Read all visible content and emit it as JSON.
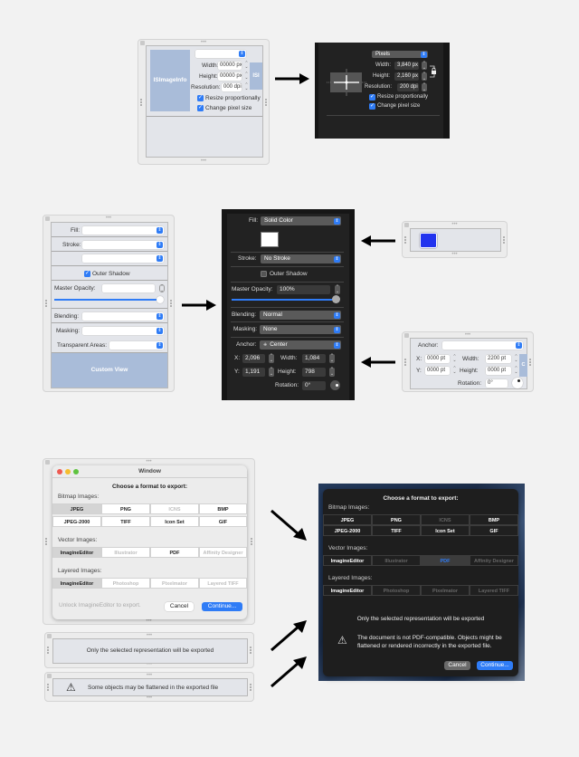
{
  "section1": {
    "ib_panel": {
      "popup_value": "",
      "custom_view_label": "ISImageInfo",
      "side_view_label": "ISI",
      "width_label": "Width:",
      "width_value": "00000 px",
      "height_label": "Height:",
      "height_value": "00000 px",
      "resolution_label": "Resolution:",
      "resolution_value": "000 dpi",
      "resize_label": "Resize proportionally",
      "resize_checked": true,
      "change_pixel_label": "Change pixel size",
      "change_pixel_checked": true
    },
    "rendered_panel": {
      "units_popup": "Pixels",
      "width_label": "Width:",
      "width_value": "3,840 px",
      "height_label": "Height:",
      "height_value": "2,160 px",
      "resolution_label": "Resolution:",
      "resolution_value": "200 dpi",
      "resize_label": "Resize proportionally",
      "resize_checked": true,
      "change_pixel_label": "Change pixel size",
      "change_pixel_checked": true
    }
  },
  "section2": {
    "ib_panel": {
      "fill_label": "Fill:",
      "stroke_label": "Stroke:",
      "outer_shadow_label": "Outer Shadow",
      "outer_shadow_checked": true,
      "master_opacity_label": "Master Opacity:",
      "blending_label": "Blending:",
      "masking_label": "Masking:",
      "transparent_label": "Transparent Areas:",
      "custom_view_label": "Custom View"
    },
    "rendered_panel": {
      "fill_label": "Fill:",
      "fill_value": "Solid Color",
      "stroke_label": "Stroke:",
      "stroke_value": "No Stroke",
      "outer_shadow_label": "Outer Shadow",
      "outer_shadow_checked": false,
      "master_opacity_label": "Master Opacity:",
      "master_opacity_value": "100%",
      "blending_label": "Blending:",
      "blending_value": "Normal",
      "masking_label": "Masking:",
      "masking_value": "None",
      "anchor_label": "Anchor:",
      "anchor_value": "Center",
      "x_label": "X:",
      "x_value": "2,096",
      "y_label": "Y:",
      "y_value": "1,191",
      "width_label": "Width:",
      "width_value": "1,084",
      "height_label": "Height:",
      "height_value": "798",
      "rotation_label": "Rotation:",
      "rotation_value": "0°"
    },
    "color_well_panel": {
      "color": "#2233ee"
    },
    "geometry_ib_panel": {
      "anchor_label": "Anchor:",
      "x_label": "X:",
      "x_value": "0000 pt",
      "y_label": "Y:",
      "y_value": "0000 pt",
      "width_label": "Width:",
      "width_value": "2200 pt",
      "height_label": "Height:",
      "height_value": "0000 pt",
      "rotation_label": "Rotation:",
      "rotation_value": "0°",
      "side_label": "C"
    }
  },
  "section3": {
    "ib_window": {
      "title": "Window",
      "heading": "Choose a format to export:",
      "bitmap_label": "Bitmap Images:",
      "bitmap_formats": [
        "JPEG",
        "PNG",
        "ICNS",
        "BMP",
        "JPEG-2000",
        "TIFF",
        "Icon Set",
        "GIF"
      ],
      "vector_label": "Vector Images:",
      "vector_formats": [
        "ImagineEditor",
        "Illustrator",
        "PDF",
        "Affinity Designer"
      ],
      "layered_label": "Layered Images:",
      "layered_formats": [
        "ImagineEditor",
        "Photoshop",
        "Pixelmator",
        "Layered TIFF"
      ],
      "unlock_text": "Unlock ImagineEditor to export.",
      "cancel_label": "Cancel",
      "continue_label": "Continue..."
    },
    "note_panel": {
      "text": "Only the selected representation will be exported"
    },
    "warning_panel": {
      "text": "Some objects may be flattened in the exported file"
    },
    "rendered_dialog": {
      "heading": "Choose a format to export:",
      "bitmap_label": "Bitmap Images:",
      "bitmap_formats": [
        "JPEG",
        "PNG",
        "ICNS",
        "BMP",
        "JPEG-2000",
        "TIFF",
        "Icon Set",
        "GIF"
      ],
      "vector_label": "Vector Images:",
      "vector_formats": [
        "ImagineEditor",
        "Illustrator",
        "PDF",
        "Affinity Designer"
      ],
      "layered_label": "Layered Images:",
      "layered_formats": [
        "ImagineEditor",
        "Photoshop",
        "Pixelmator",
        "Layered TIFF"
      ],
      "note_text": "Only the selected representation will be exported",
      "warning_text": "The document is not PDF-compatible. Objects might be flattened or rendered incorrectly in the exported file.",
      "cancel_label": "Cancel",
      "continue_label": "Continue..."
    }
  },
  "icons": {
    "checkmark": "✓",
    "popup_chevrons": "⇕",
    "warning": "⚠",
    "lock": "lock-icon",
    "anchor": "⁜"
  },
  "colors": {
    "accent": "#2f7cf6",
    "ib_placeholder": "#a9bcd9",
    "dark_bg": "#1e1e1e"
  }
}
